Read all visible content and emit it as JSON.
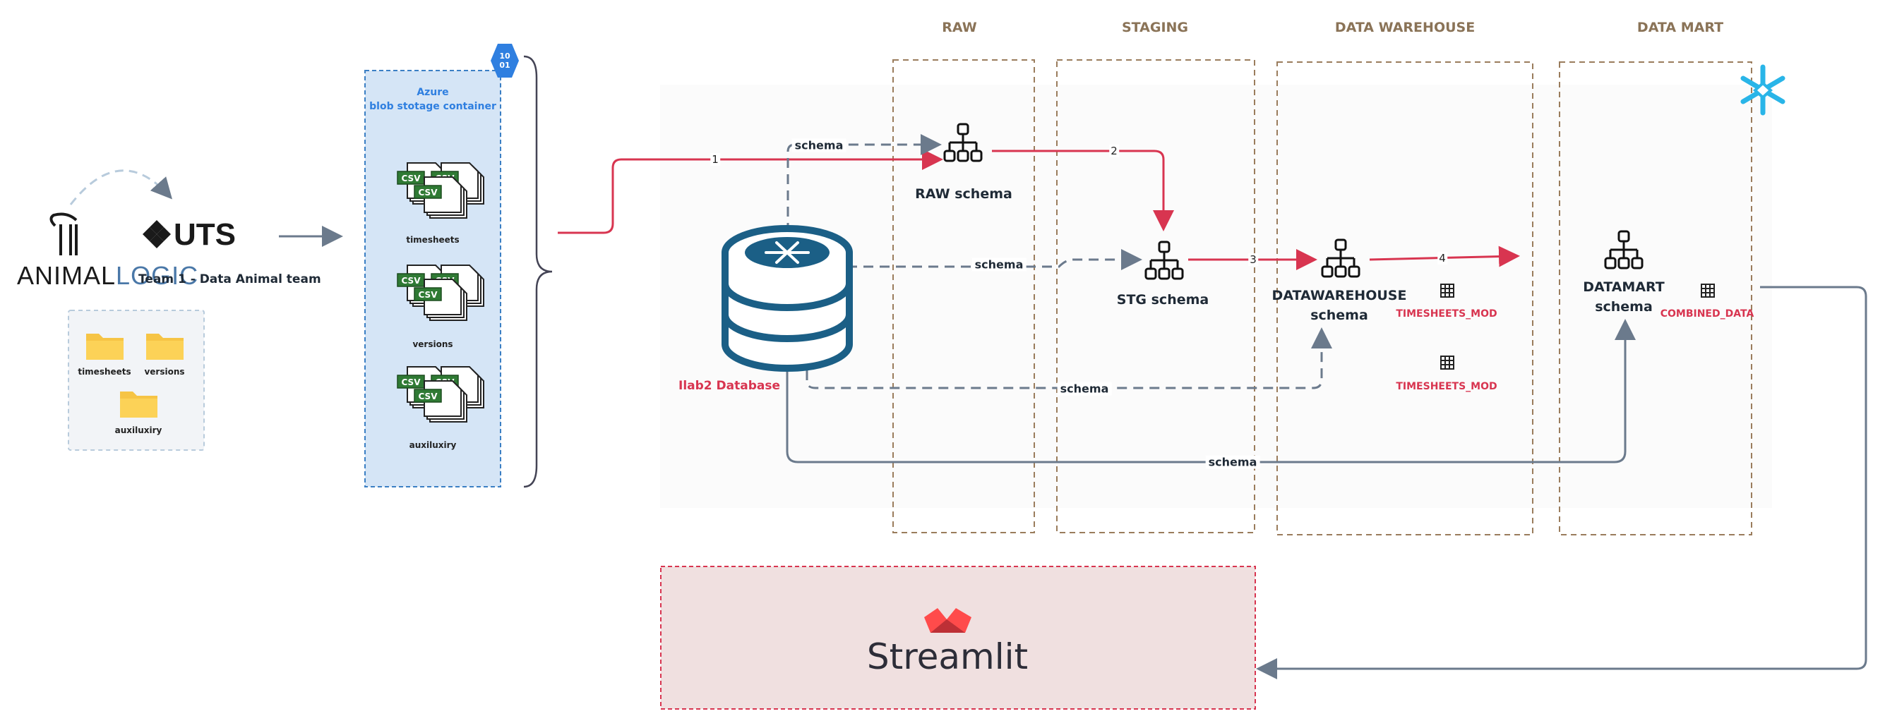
{
  "stages": {
    "raw": "RAW",
    "staging": "STAGING",
    "data_warehouse": "DATA WAREHOUSE",
    "data_mart": "DATA MART"
  },
  "source": {
    "logo_animal": "ANIMAL",
    "logo_logic": "LOGIC",
    "logo_uts": "UTS",
    "team": "Team 1 - Data Animal team",
    "folders": [
      "timesheets",
      "versions",
      "auxiluxiry"
    ]
  },
  "azure": {
    "title_line1": "Azure",
    "title_line2": "blob stotage container",
    "icon_text_top": "10",
    "icon_text_bottom": "01",
    "csv_tag": "CSV",
    "files": [
      "timesheets",
      "versions",
      "auxiluxiry"
    ]
  },
  "nodes": {
    "database": "Ilab2 Database",
    "raw_schema": "RAW schema",
    "stg_schema": "STG schema",
    "dw_schema_line1": "DATAWAREHOUSE",
    "dw_schema_line2": "schema",
    "dm_schema_line1": "DATAMART",
    "dm_schema_line2": "schema"
  },
  "tables": {
    "dw_table_1": "TIMESHEETS_MOD",
    "dw_table_2": "TIMESHEETS_MOD",
    "dm_table": "COMBINED_DATA"
  },
  "edges": {
    "schema_label": "schema",
    "step_1": "1",
    "step_2": "2",
    "step_3": "3",
    "step_4": "4"
  },
  "streamlit": {
    "label": "Streamlit"
  },
  "colors": {
    "red_flow": "#d83550",
    "grey_flow": "#6b7a8c",
    "dashed_box": "#9a7c5c",
    "azure_fill": "#d5e5f6",
    "azure_border": "#3b7fc4",
    "db_blue": "#1b5f86",
    "snowflake": "#29b5e8",
    "streamlit_fill": "#f0e0e0",
    "streamlit_border": "#d83550"
  },
  "icons": [
    "animal-logic-logo",
    "uts-logo",
    "folder-icon",
    "csv-file-icon",
    "azure-blob-icon",
    "database-icon",
    "snowflake-icon",
    "schema-hierarchy-icon",
    "table-icon",
    "streamlit-crown-icon"
  ]
}
